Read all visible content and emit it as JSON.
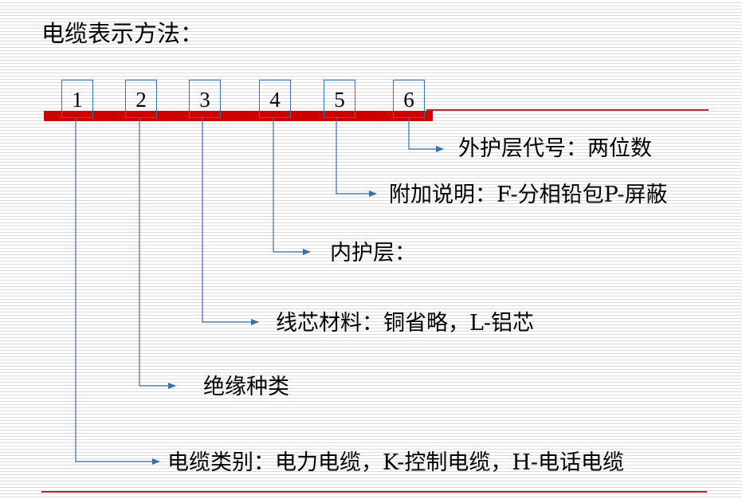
{
  "title": "电缆表示方法：",
  "colors": {
    "bar": "#cc0000",
    "rule": "#b0282d",
    "connector": "#3b6fa8"
  },
  "boxes": [
    "1",
    "2",
    "3",
    "4",
    "5",
    "6"
  ],
  "labels": [
    "外护层代号：两位数",
    "附加说明：F-分相铅包P-屏蔽",
    "内护层：",
    "线芯材料：铜省略，L-铝芯",
    "绝缘种类",
    "电缆类别：电力电缆，K-控制电缆，H-电话电缆"
  ]
}
